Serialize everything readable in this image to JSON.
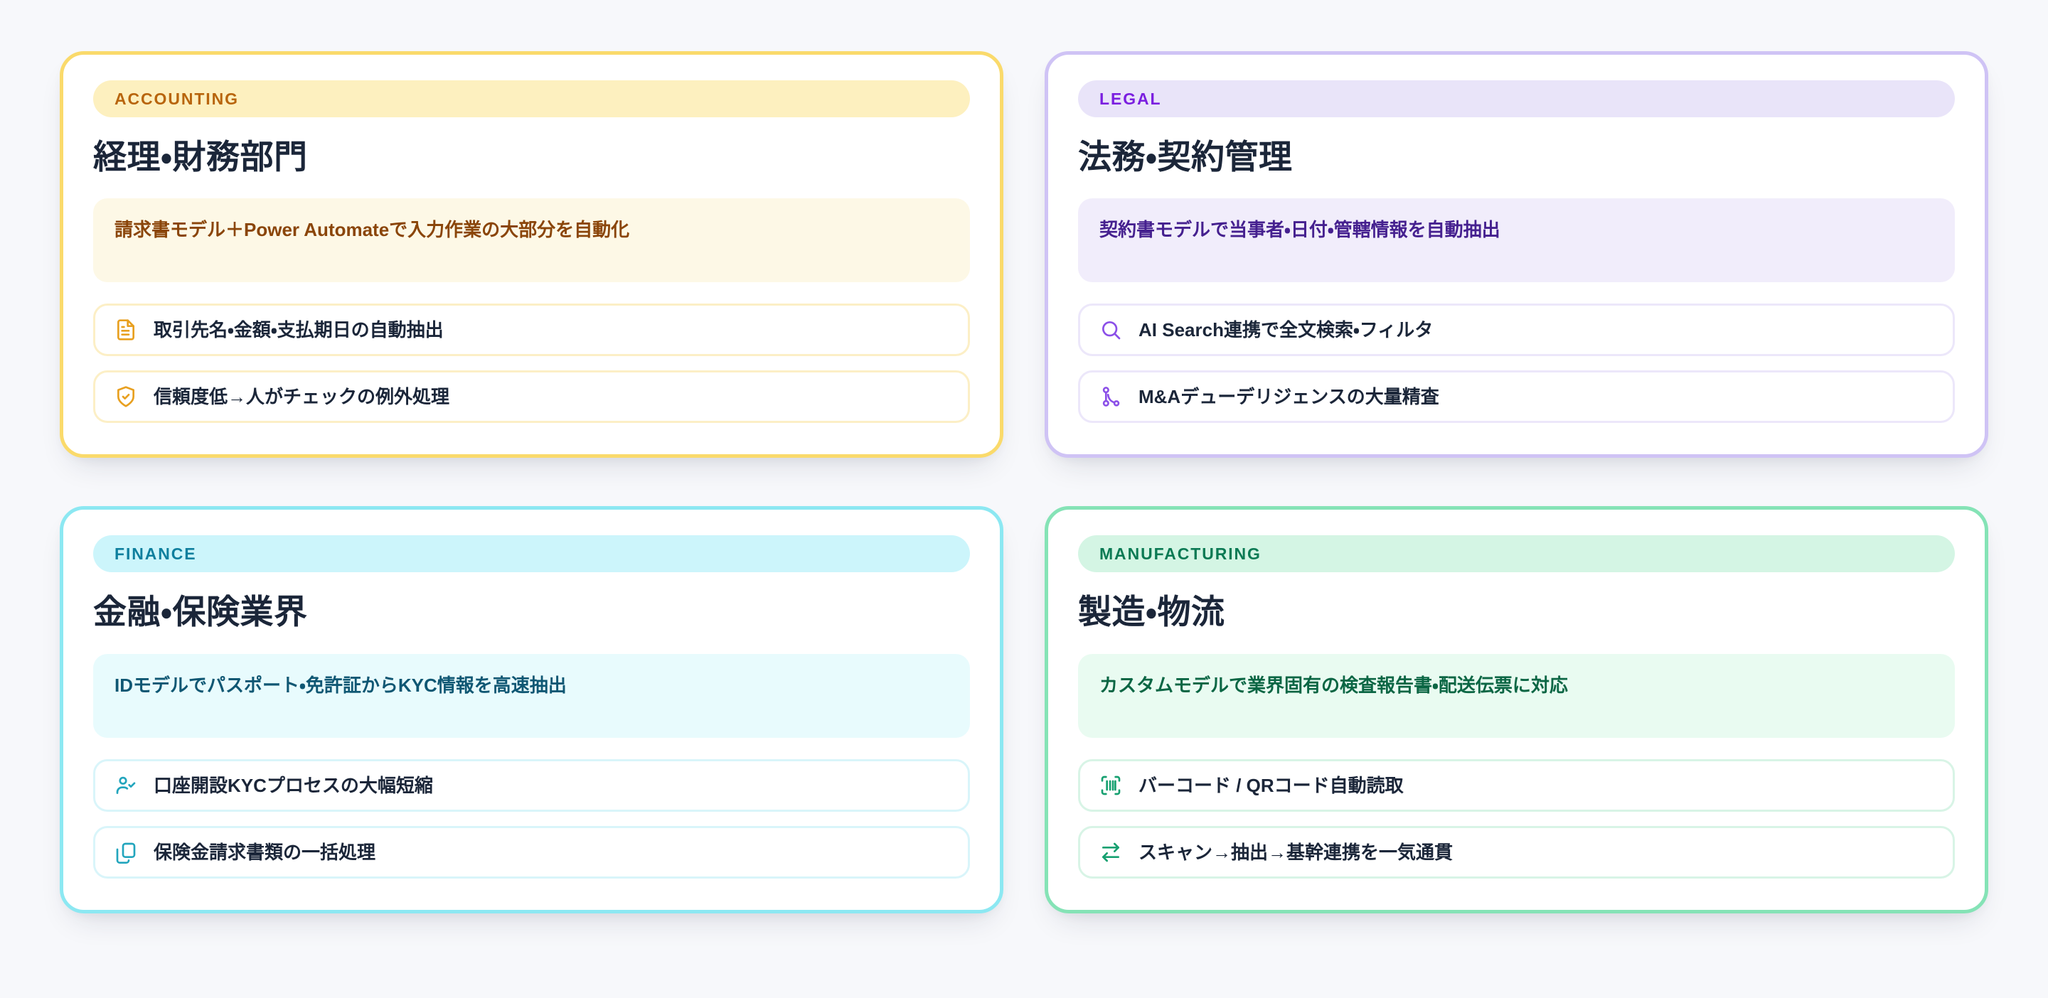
{
  "background_color": "#f7f8fb",
  "cards": [
    {
      "id": "accounting",
      "tag": "ACCOUNTING",
      "title": "経理・財務部門",
      "highlight": "請求書モデル＋Power Automateで入力作業の大部分を自動化",
      "accent": {
        "border": "#fada6b",
        "pill_bg": "#fdf0bf",
        "pill_text": "#b8650d",
        "highlight_bg": "#fdf8e6",
        "highlight_text": "#8a4509",
        "row_border": "#fcefc6",
        "icon": "#e8a020"
      },
      "features": [
        {
          "icon": "file-text-icon",
          "label": "取引先名・金額・支払期日の自動抽出"
        },
        {
          "icon": "shield-check-icon",
          "label": "信頼度低→人がチェックの例外処理"
        }
      ]
    },
    {
      "id": "legal",
      "tag": "LEGAL",
      "title": "法務・契約管理",
      "highlight": "契約書モデルで当事者・日付・管轄情報を自動抽出",
      "accent": {
        "border": "#cfc3f5",
        "pill_bg": "#e9e4f9",
        "pill_text": "#7b1fe0",
        "highlight_bg": "#f1edfb",
        "highlight_text": "#45208f",
        "row_border": "#ece7fa",
        "icon": "#8b4fe8"
      },
      "features": [
        {
          "icon": "search-icon",
          "label": "AI Search連携で全文検索・フィルタ"
        },
        {
          "icon": "git-branch-icon",
          "label": "M&Aデューデリジェンスの大量精査"
        }
      ]
    },
    {
      "id": "finance",
      "tag": "FINANCE",
      "title": "金融・保険業界",
      "highlight": "IDモデルでパスポート・免許証からKYC情報を高速抽出",
      "accent": {
        "border": "#8ce8f2",
        "pill_bg": "#ccf5fb",
        "pill_text": "#0e7f9e",
        "highlight_bg": "#e8fbfd",
        "highlight_text": "#0f5773",
        "row_border": "#d9f5fa",
        "icon": "#22a5bd"
      },
      "features": [
        {
          "icon": "user-check-icon",
          "label": "口座開設KYCプロセスの大幅短縮"
        },
        {
          "icon": "copy-icon",
          "label": "保険金請求書類の一括処理"
        }
      ]
    },
    {
      "id": "manufacturing",
      "tag": "MANUFACTURING",
      "title": "製造・物流",
      "highlight": "カスタムモデルで業界固有の検査報告書・配送伝票に対応",
      "accent": {
        "border": "#85e3b6",
        "pill_bg": "#d4f5e4",
        "pill_text": "#0b7a54",
        "highlight_bg": "#e9fbf1",
        "highlight_text": "#0b6644",
        "row_border": "#d8f4e6",
        "icon": "#16a070"
      },
      "features": [
        {
          "icon": "scan-barcode-icon",
          "label": "バーコード / QRコード自動読取"
        },
        {
          "icon": "arrow-left-right-icon",
          "label": "スキャン→抽出→基幹連携を一気通貫"
        }
      ]
    }
  ]
}
